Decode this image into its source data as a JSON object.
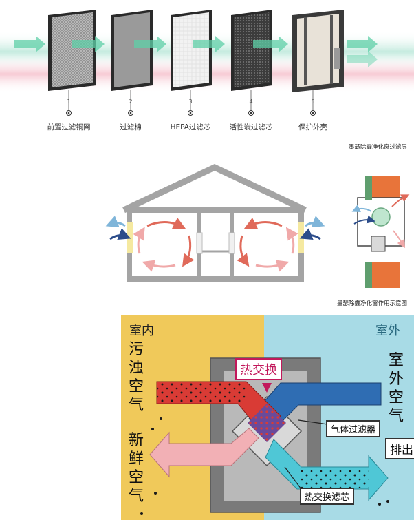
{
  "filters": {
    "items": [
      {
        "num": "1",
        "label": "前置过滤铜网"
      },
      {
        "num": "2",
        "label": "过滤棉"
      },
      {
        "num": "3",
        "label": "HEPA过滤芯"
      },
      {
        "num": "4",
        "label": "活性炭过滤芯"
      },
      {
        "num": "5",
        "label": "保护外壳"
      }
    ],
    "caption": "墨瑟除霾净化窗过滤层"
  },
  "house": {
    "caption": "墨瑟除霾净化窗作用示意图"
  },
  "exchange": {
    "indoor": "室内",
    "outdoor": "室外",
    "heat_exchange": "热交换",
    "polluted_air": "污浊空气",
    "fresh_air": "新鲜空气",
    "outdoor_air": "室外空气",
    "exhaust": "排出",
    "gas_filter": "气体过滤器",
    "heat_exchange_core": "热交换滤芯"
  },
  "colors": {
    "indoor_bg": "#f0c95a",
    "outdoor_bg": "#a8dbe6",
    "polluted": "#d93b35",
    "fresh": "#f2b0b5",
    "outdoor_air": "#2f6db3",
    "exhaust_air": "#4fc7d6",
    "core": "#7a7a7a"
  }
}
